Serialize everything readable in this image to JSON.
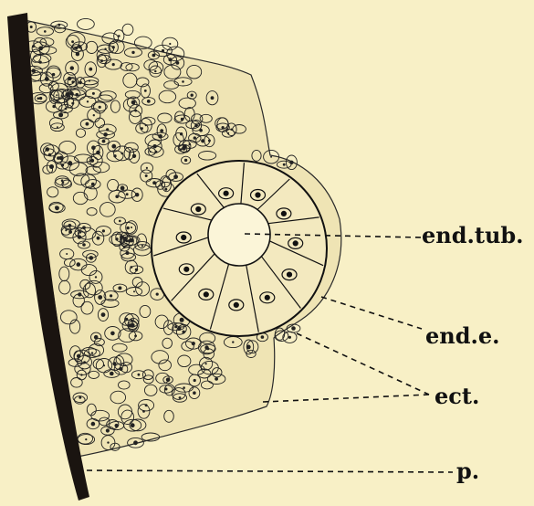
{
  "labels": {
    "end_tub": "end.tub.",
    "end_e": "end.e.",
    "ect": "ect.",
    "p": "p."
  },
  "colors": {
    "background": "#f8f0c6",
    "ink": "#111111",
    "membrane": "#1a1410"
  }
}
